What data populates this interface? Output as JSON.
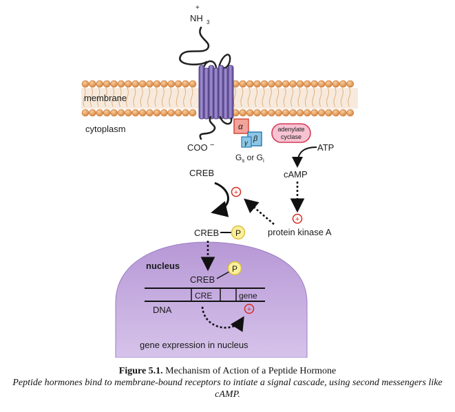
{
  "labels": {
    "nh3": "NH",
    "nh3_sub": "3",
    "nh3_charge": "+",
    "membrane": "membrane",
    "cytoplasm": "cytoplasm",
    "coo": "COO",
    "coo_charge": "−",
    "alpha": "α",
    "beta": "β",
    "gamma": "γ",
    "adenylate_line1": "adenylate",
    "adenylate_line2": "cyclase",
    "g_protein": "G",
    "g_s_sub": "s",
    "g_or": " or G",
    "g_i_sub": "i",
    "atp": "ATP",
    "camp": "cAMP",
    "creb_top": "CREB",
    "creb_p": "CREB",
    "p": "P",
    "protein_kinase_a": "protein kinase A",
    "nucleus": "nucleus",
    "creb_nucleus": "CREB",
    "p_nucleus": "P",
    "cre": "CRE",
    "gene": "gene",
    "dna": "DNA",
    "plus": "+",
    "gene_expression": "gene expression in nucleus"
  },
  "caption": {
    "figure_label": "Figure 5.1.",
    "title": "Mechanism of Action of a Peptide Hormone",
    "body": "Peptide hormones bind to membrane-bound receptors to intiate a signal cascade, using second messengers like cAMP."
  },
  "colors": {
    "receptor": "#7d6ab0",
    "lipid_head": "#e29b5b",
    "nucleus_fill": "#c3a8dc",
    "alpha_box": "#f4a39a",
    "beta_box": "#8cc6e4",
    "adenylate": "#f7c3d3",
    "phosphate": "#fbef9a",
    "plus_red": "#d6281f"
  }
}
